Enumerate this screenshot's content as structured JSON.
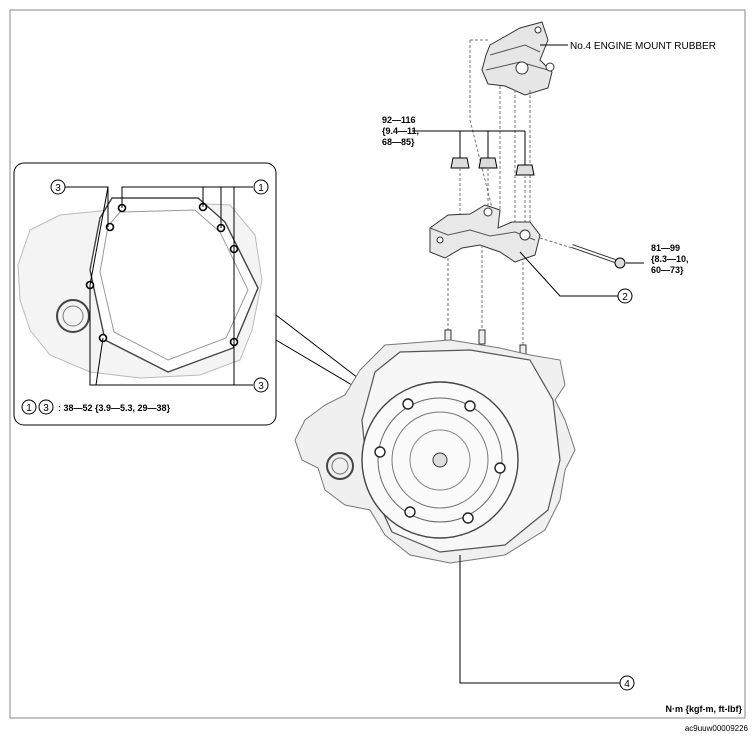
{
  "labels": {
    "mount_rubber": "No.4 ENGINE MOUNT RUBBER",
    "torque_top": [
      "92—116",
      "{9.4—11,",
      "68—85}"
    ],
    "torque_bolt": [
      "81—99",
      "{8.3—10,",
      "60—73}"
    ],
    "callout_1": "1",
    "callout_2": "2",
    "callout_3": "3",
    "callout_4": "4",
    "inset_torque": ": 38—52 {3.9—5.3, 29—38}",
    "units": "N·m {kgf-m, ft-lbf}",
    "figure_code": "ac9uuw00009226"
  }
}
